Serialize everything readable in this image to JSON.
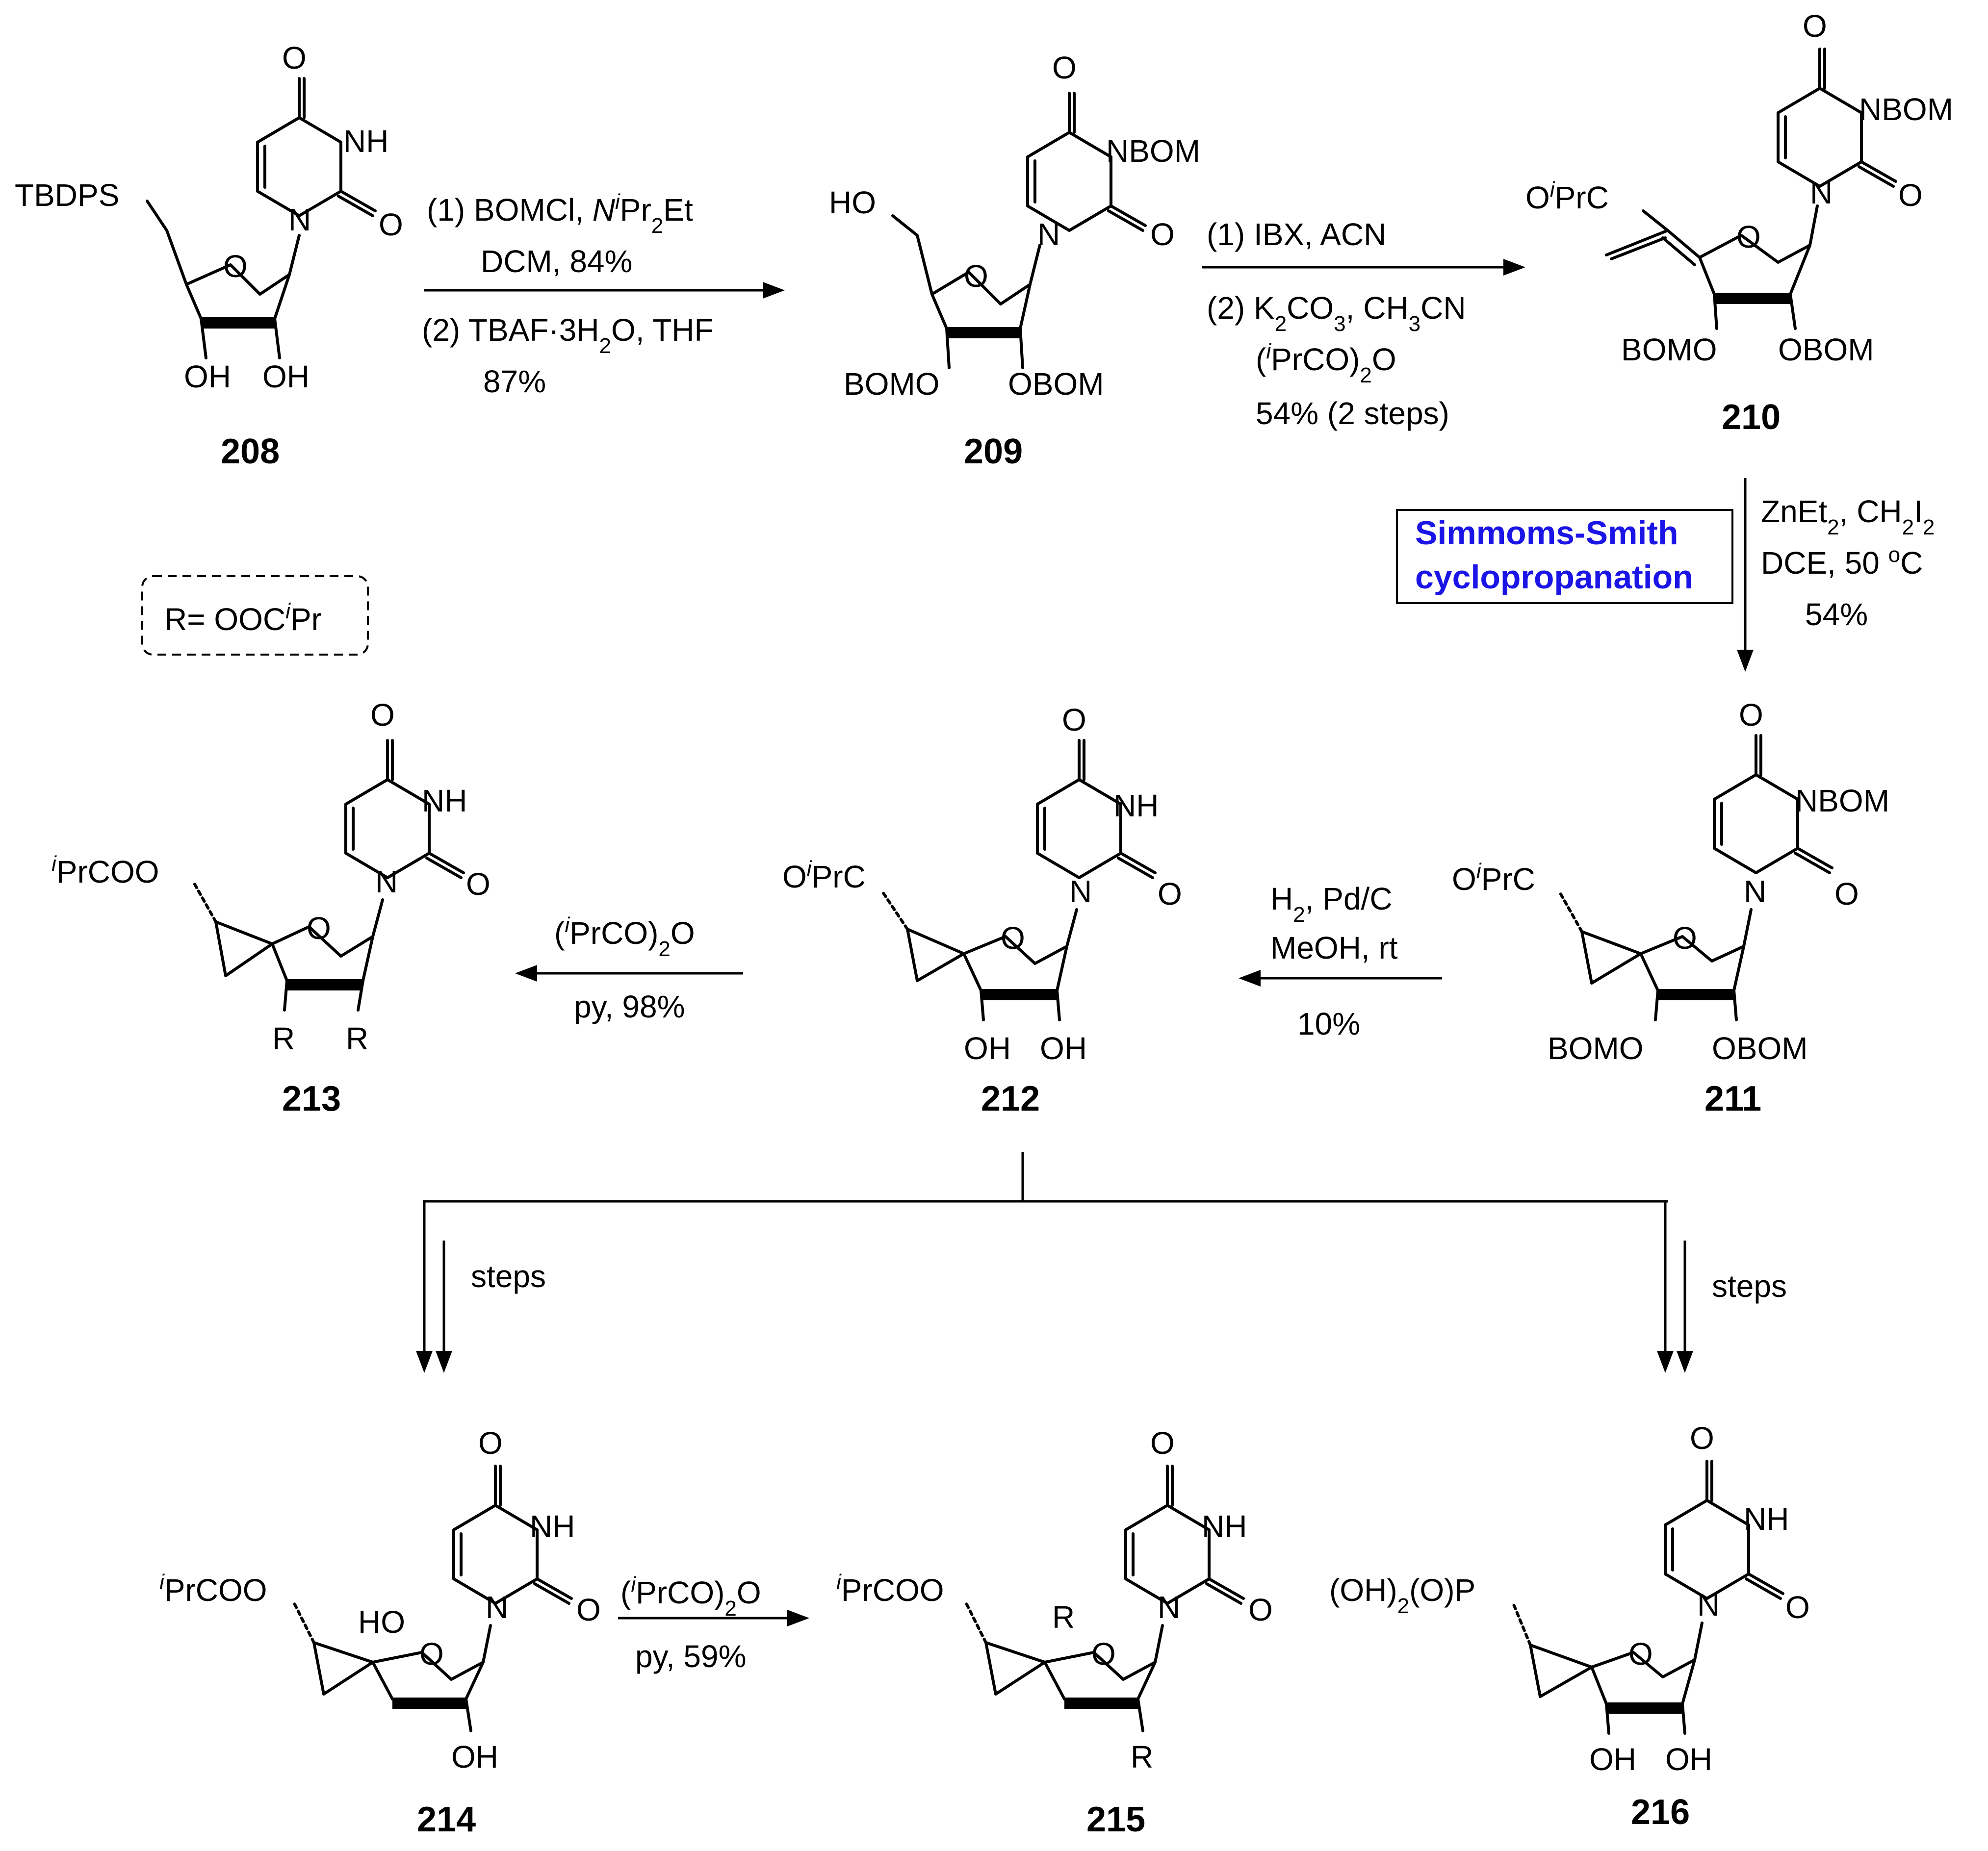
{
  "note_box": "R= OOC",
  "note_box_sup": "i",
  "note_box_tail": "Pr",
  "highlight": {
    "line1": "Simmoms-Smith",
    "line2": "cyclopropanation",
    "color": "#1a14e6"
  },
  "compounds": [
    "208",
    "209",
    "210",
    "211",
    "212",
    "213",
    "214",
    "215",
    "216"
  ],
  "conditions": {
    "a1_l1": "(1) BOMCl, ",
    "a1_l1_n": "N",
    "a1_l1_sup": "i",
    "a1_l1_tail": "Pr",
    "a1_l1_sub": "2",
    "a1_l1_end": "Et",
    "a1_l2": "DCM,  84%",
    "a1_l3a": "(2) TBAF·3H",
    "a1_l3_sub": "2",
    "a1_l3b": "O, THF",
    "a1_l4": "87%",
    "a2_l1": "(1) IBX, ACN",
    "a2_l2a": "(2) K",
    "a2_l2_sub1": "2",
    "a2_l2b": "CO",
    "a2_l2_sub2": "3",
    "a2_l2c": ", CH",
    "a2_l2_sub3": "3",
    "a2_l2d": "CN",
    "a2_l3a": "(",
    "a2_l3_sup": "i",
    "a2_l3b": "PrCO)",
    "a2_l3_sub": "2",
    "a2_l3c": "O",
    "a2_l4": "54% (2 steps)",
    "a3_l1a": "ZnEt",
    "a3_l1_sub1": "2",
    "a3_l1b": ", CH",
    "a3_l1_sub2": "2",
    "a3_l1c": "I",
    "a3_l1_sub3": "2",
    "a3_l2a": "DCE, 50 ",
    "a3_l2_sup": "o",
    "a3_l2b": "C",
    "a3_l3": "54%",
    "a4_l1a": "H",
    "a4_l1_sub": "2",
    "a4_l1b": ", Pd/C",
    "a4_l2": "MeOH, rt",
    "a4_l3": "10%",
    "a5_l1a": "(",
    "a5_l1_sup": "i",
    "a5_l1b": "PrCO)",
    "a5_l1_sub": "2",
    "a5_l1c": "O",
    "a5_l2": "py, 98%",
    "a6_l1": "steps",
    "a7_l1": "steps",
    "a8_l1a": "(",
    "a8_l1_sup": "i",
    "a8_l1b": "PrCO)",
    "a8_l1_sub": "2",
    "a8_l1c": "O",
    "a8_l2": "py, 59%"
  },
  "atoms": {
    "O": "O",
    "NH": "NH",
    "N": "N",
    "NBOM": "NBOM",
    "OH": "OH",
    "HO": "HO",
    "BOMO": "BOMO",
    "OBOM": "OBOM",
    "TBDPS": "TBDPS",
    "R": "R",
    "OiPrC_a": "O",
    "OiPrC_sup": "i",
    "OiPrC_b": "PrC",
    "iPrCOO_sup": "i",
    "iPrCOO_b": "PrCOO",
    "phos": "(OH)",
    "phos_sub": "2",
    "phos_b": "(O)P"
  }
}
